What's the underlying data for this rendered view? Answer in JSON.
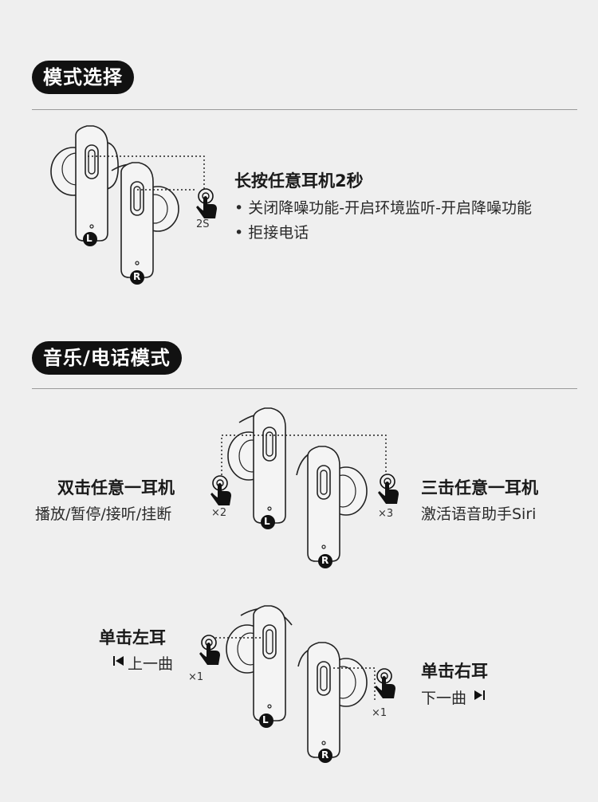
{
  "sections": {
    "mode_select": {
      "title": "模式选择",
      "heading": "长按任意耳机2秒",
      "bullets": [
        "• 关闭降噪功能-开启环境监听-开启降噪功能",
        "• 拒接电话"
      ],
      "duration": "2S"
    },
    "music_call": {
      "title": "音乐/电话模式",
      "double_tap": {
        "heading": "双击任意一耳机",
        "desc": "播放/暂停/接听/挂断",
        "count": "×2"
      },
      "triple_tap": {
        "heading": "三击任意一耳机",
        "desc": "激活语音助手Siri",
        "count": "×3"
      },
      "single_left": {
        "heading": "单击左耳",
        "desc": "上一曲",
        "count": "×1",
        "icon": "prev-track-icon"
      },
      "single_right": {
        "heading": "单击右耳",
        "desc": "下一曲",
        "count": "×1",
        "icon": "next-track-icon"
      }
    }
  },
  "ear_labels": {
    "left": "L",
    "right": "R"
  }
}
